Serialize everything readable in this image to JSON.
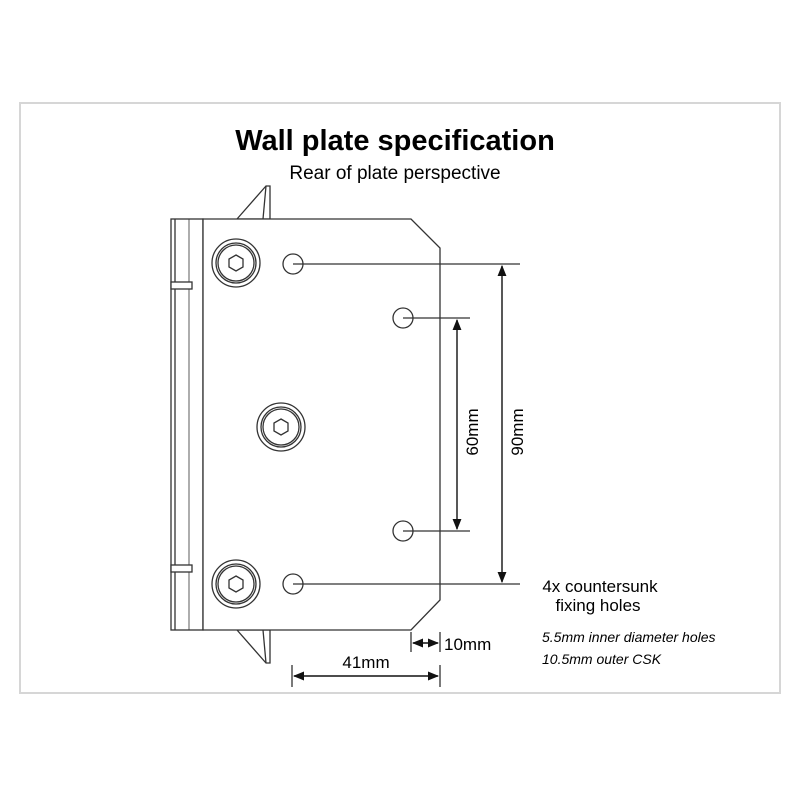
{
  "title": "Wall plate specification",
  "subtitle": "Rear of plate perspective",
  "dimensions": {
    "outer_holes_spacing": "90mm",
    "inner_holes_spacing": "60mm",
    "edge_offset": "10mm",
    "hole_to_edge": "41mm"
  },
  "callout": {
    "line1": "4x countersunk",
    "line2": "fixing holes"
  },
  "notes": [
    "5.5mm inner diameter holes",
    "10.5mm outer CSK"
  ]
}
